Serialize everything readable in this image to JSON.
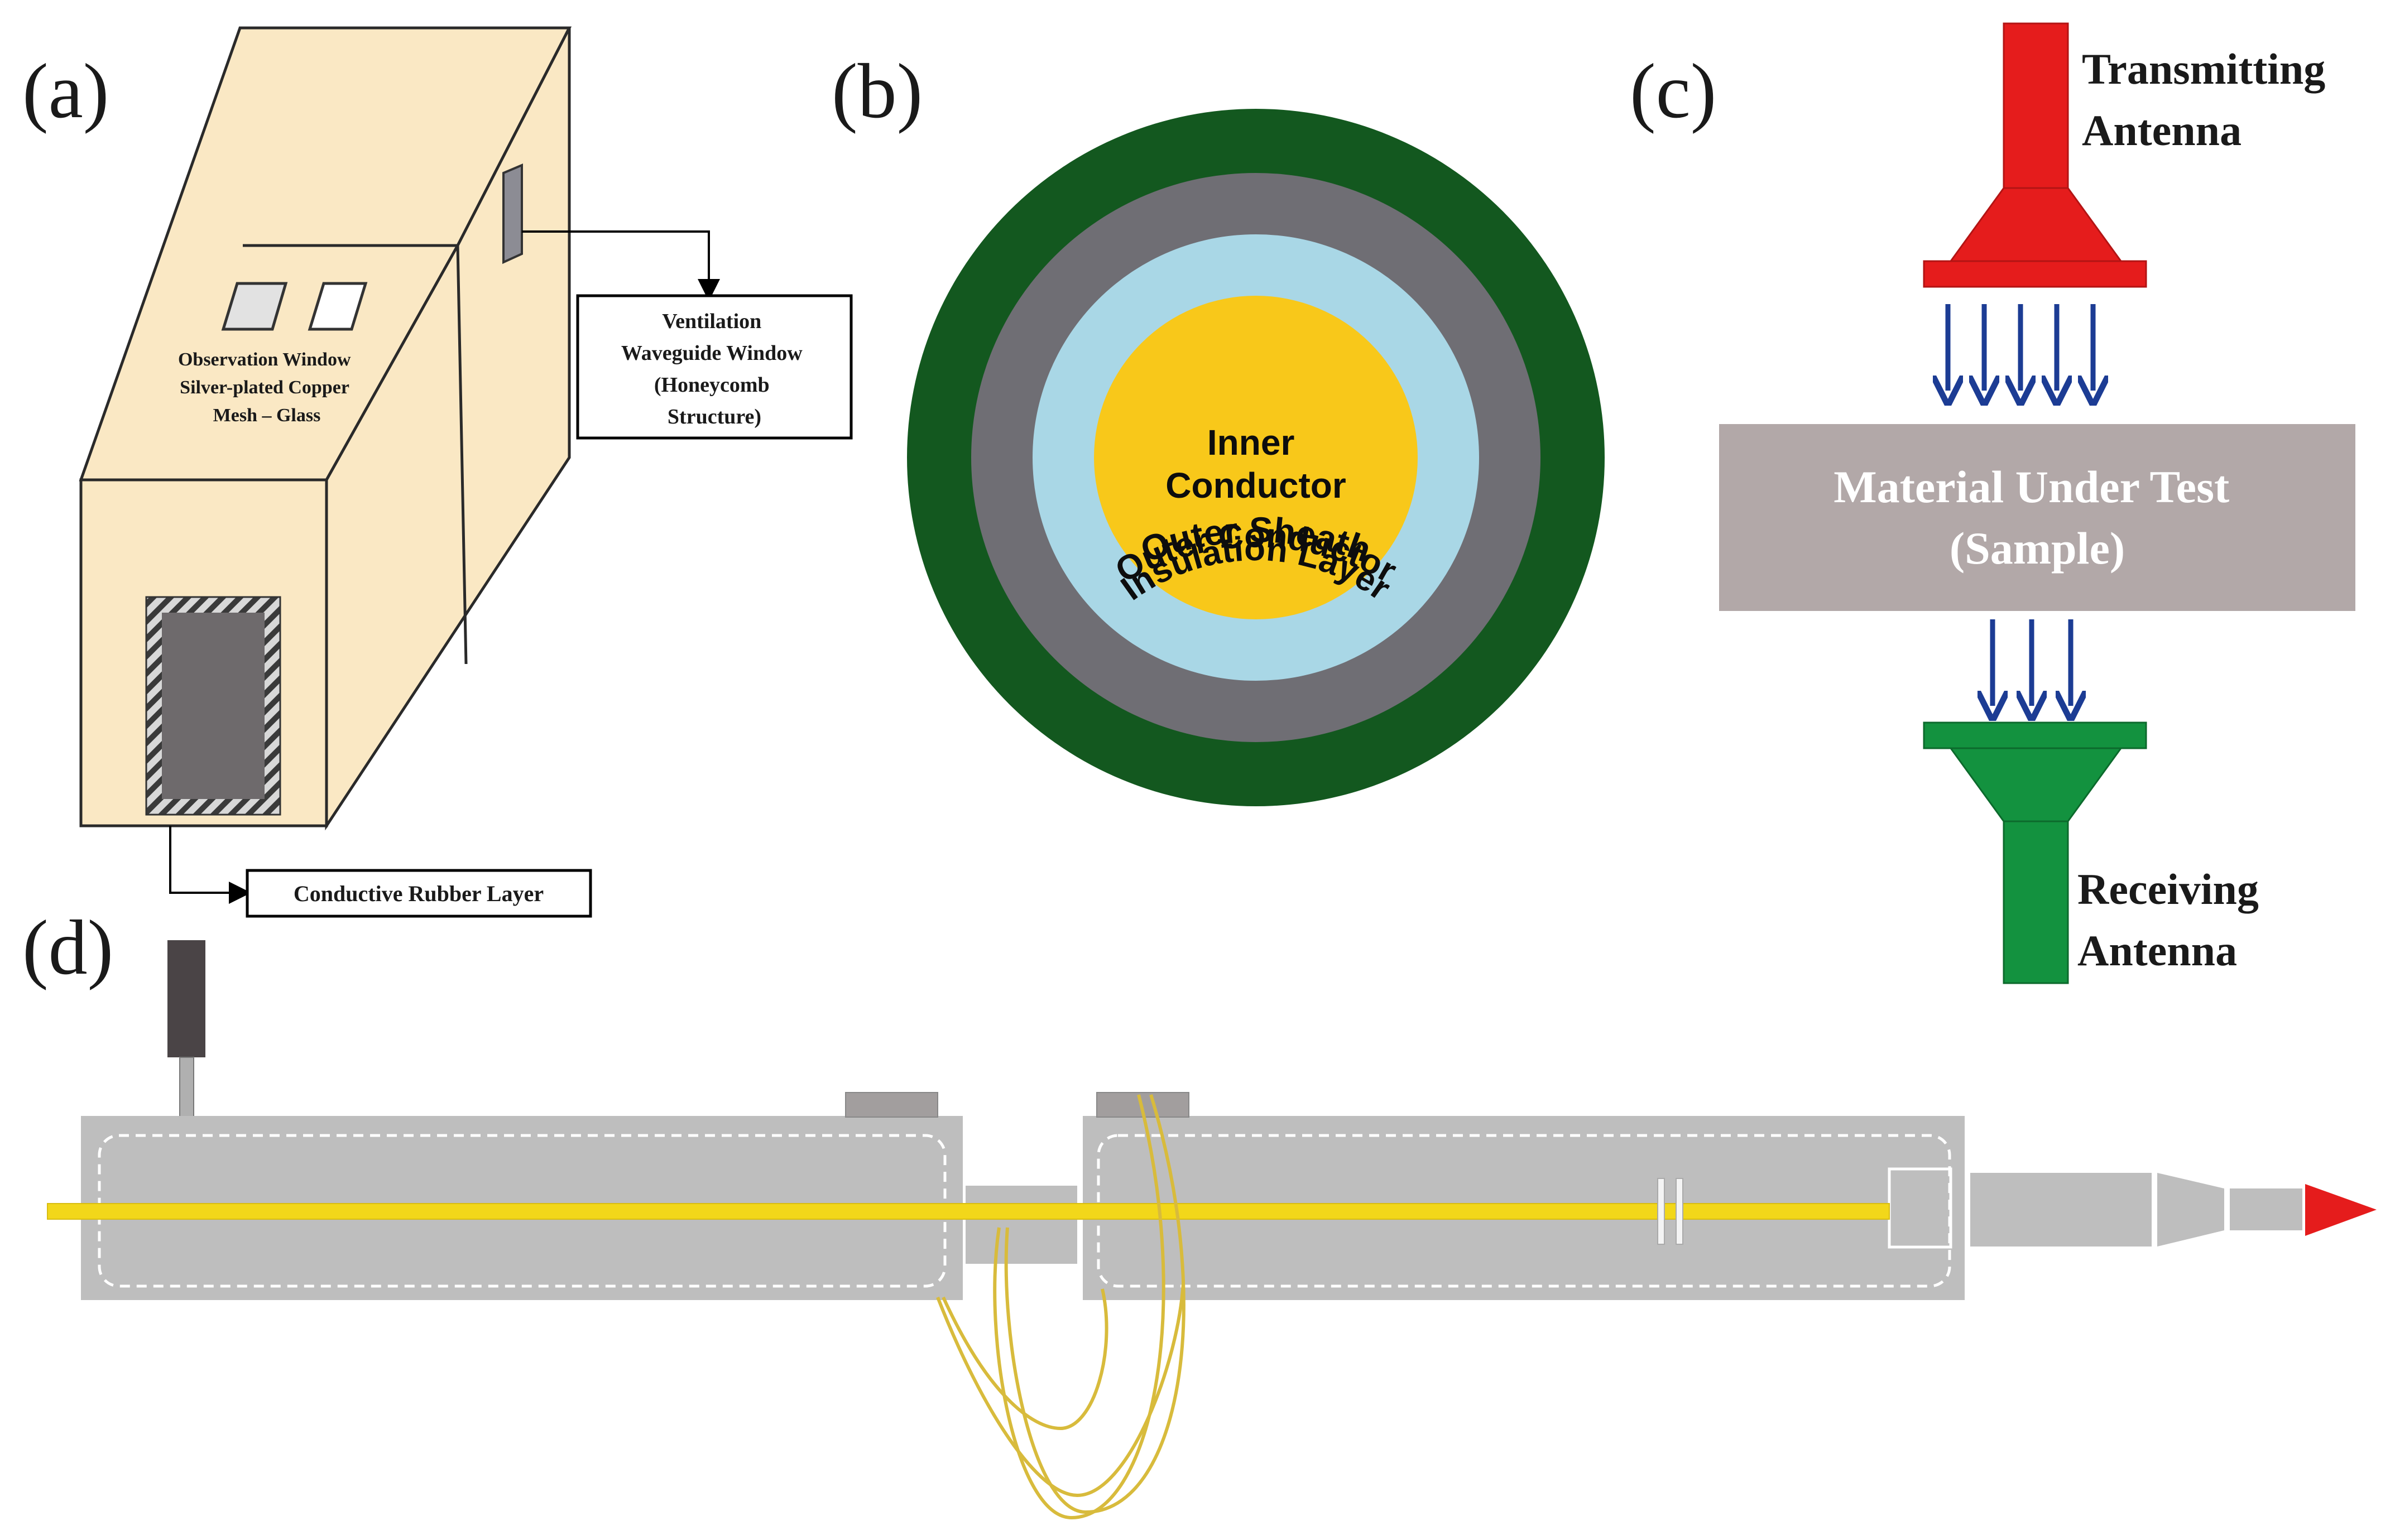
{
  "panels": {
    "a": {
      "label": "(a)",
      "observation_window": [
        "Observation Window",
        "Silver-plated Copper",
        "Mesh – Glass"
      ],
      "ventilation_window": [
        "Ventilation",
        "Waveguide Window",
        "(Honeycomb",
        "Structure)"
      ],
      "conductive_rubber": "Conductive Rubber Layer"
    },
    "b": {
      "label": "(b)",
      "outer_sheath": "Outer Sheath",
      "outer_conductor": "Outer Conductor",
      "insulation_layer": "Insulation Layer",
      "inner_conductor": [
        "Inner",
        "Conductor"
      ]
    },
    "c": {
      "label": "(c)",
      "transmitting_antenna": [
        "Transmitting",
        "Antenna"
      ],
      "material_under_test": [
        "Material Under Test",
        "(Sample)"
      ],
      "receiving_antenna": [
        "Receiving",
        "Antenna"
      ]
    },
    "d": {
      "label": "(d)"
    }
  },
  "colors": {
    "enclosure": "#fae8c4",
    "outer_sheath": "#13581f",
    "outer_conductor": "#6f6e74",
    "insulation": "#a9d7e6",
    "inner_conductor": "#f8c81a",
    "transmitting_antenna": "#e51c1c",
    "receiving_antenna": "#13923f",
    "sample": "#b2a8a8",
    "arrows": "#1c3c94",
    "rod": "#f2d71a",
    "cable": "#d8bb3c",
    "tube": "#bebebe"
  }
}
